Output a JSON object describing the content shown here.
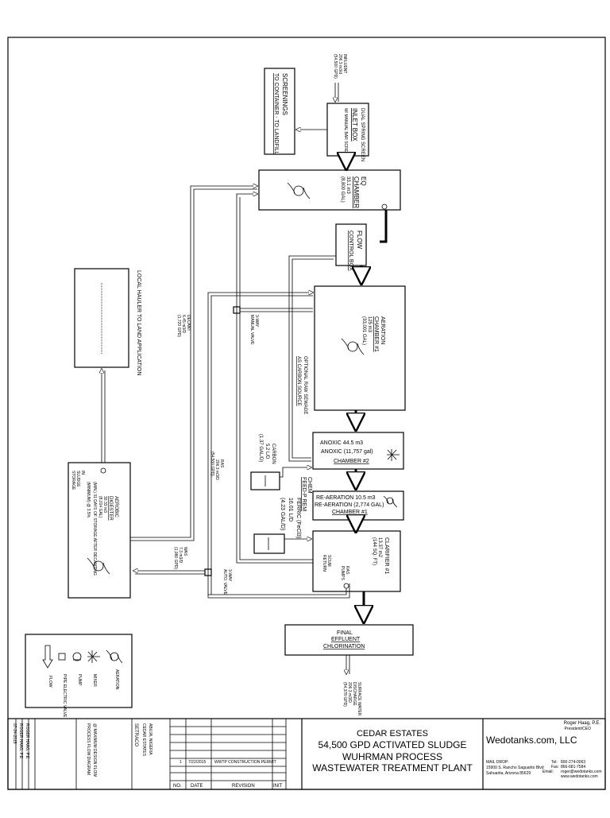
{
  "title_block": {
    "project_lines": [
      "CEDAR ESTATES",
      "54,500 GPD ACTIVATED SLUDGE",
      "WUHRMAN PROCESS",
      "WASTEWATER TREATMENT PLANT"
    ],
    "company": "Wedotanks.com, LLC",
    "contact_name": "Roger Haag, P.E.",
    "contact_title": "President/CEO",
    "mail_label": "MAIL DROP:",
    "address_1": "15900 S. Rancho Saguarito Blvd",
    "address_2": "Sahuarita, Arizona 85629",
    "tel_label": "Tel:",
    "tel": "800-274-0063",
    "fax_label": "Fax:",
    "fax": "866-681-7584",
    "email_label": "Email:",
    "email": "roger@wedotanks.com",
    "web": "www.wedotanks.com",
    "rev_headers": [
      "NO.",
      "DATE",
      "REVISION",
      "INIT"
    ],
    "rev_row": [
      "1",
      "7/22/2015",
      "WWTP CONSTRUCTION PERMIT",
      ""
    ],
    "left_lines": [
      "SETRACO",
      "CEDAR ESTATES",
      "ABUJA, NIGERIA",
      "PROCESS FLOW DIAGRAM",
      "@ MAXIMUM DESIGN FLOW",
      "ROGER HAAG, P.E.",
      "ROGER HAAG, P.E.",
      "07-24-2015"
    ]
  },
  "units": {
    "influent": [
      "INFLUENT",
      "206.3 m3/d",
      "(54,500 GPD)"
    ],
    "screen": [
      "DUAL SPRING SCREEN",
      "INLET BOX",
      "W/ MANUAL BAR SCREEN"
    ],
    "screenings": [
      "SCREENINGS",
      "TO CONTAINER - TO LANDFILL"
    ],
    "eq": [
      "EQ",
      "CHAMBER",
      "33.1 m3",
      "(8,800 GAL)"
    ],
    "flow_control": [
      "FLOW",
      "CONTROL BOX"
    ],
    "aeration": [
      "AERATION",
      "CHAMBER #1",
      "125 m3",
      "(33,001 GAL)"
    ],
    "raw_sewage": [
      "OPTIONAL RAW SEWAGE",
      "AS CARBON SOURCE"
    ],
    "anoxic": [
      "ANOXIC 44.5 m3",
      "ANOXIC (11,757 gal)",
      "CHAMBER #2"
    ],
    "carbon": [
      "CARBON",
      "5.2 L/D",
      "(1.37 GAL/D)"
    ],
    "reaeration": [
      "RE-AERATION 10.5 m3",
      "RE-AERATION (2,774 GAL)",
      "CHAMBER #1"
    ],
    "ferric": [
      "FERRIC (FeCl3)",
      "16.01 L/D",
      "(4.23 GAL/D)"
    ],
    "chem": [
      "CHEM",
      "FEED-P REM"
    ],
    "clarifier": [
      "CLARIFIER #1",
      "13.37 m2",
      "(144 SQ. FT)"
    ],
    "scum": [
      "SCUM",
      "RETURN"
    ],
    "ras_pump": [
      "RAS",
      "PUMPS"
    ],
    "chlorination": [
      "FINAL",
      "EFFLUENT",
      "CHLORINATION"
    ],
    "discharge": [
      "SURFACE WATER",
      "DISCHARGE",
      "206.3 m3/D",
      "(54,378 GPD)"
    ],
    "digester": [
      "AEROBIC",
      "DIGESTER",
      "30.33 m3",
      "(8,014 GAL)",
      "(MIN.) 31 DAYS OF STORAGE AFTER DECANTING",
      "(MINIMUM) @ 3.5%",
      "IN",
      "SLUDGE",
      "STORAGE"
    ],
    "hauler": [
      "LOCAL HAULER TO LAND APPLICATION"
    ],
    "decant": [
      "DECANT",
      "6.45 m3/D",
      "(1,720 GPD)"
    ],
    "ras": [
      "RAS",
      "206.3 m3/D",
      "(54,500 GPD)"
    ],
    "was": [
      "WAS",
      "7.3 m3/D",
      "(1,980 GPD)"
    ],
    "valve3": [
      "3-WAY",
      "MANUAL VALVE"
    ],
    "valve3auto": [
      "3-WAY",
      "AUTO. VALVE"
    ]
  },
  "legend": {
    "items": [
      "AERATION",
      "MIXER",
      "PUMP",
      "PIPE ELECTRIC VALVE",
      "FLOW"
    ]
  }
}
